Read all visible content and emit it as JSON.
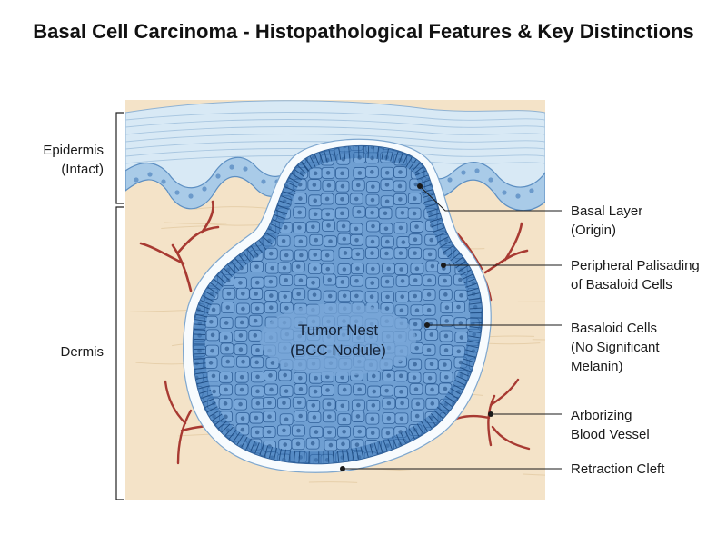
{
  "title": "Basal Cell Carcinoma - Histopathological Features & Key Distinctions",
  "layers": {
    "epidermis": [
      "Epidermis",
      "(Intact)"
    ],
    "dermis": [
      "Dermis"
    ]
  },
  "tumor": [
    "Tumor Nest",
    "(BCC Nodule)"
  ],
  "callouts": {
    "basal_layer": [
      "Basal Layer",
      "(Origin)"
    ],
    "palisading": [
      "Peripheral Palisading",
      "of Basaloid Cells"
    ],
    "basaloid": [
      "Basaloid Cells",
      "(No Significant",
      "Melanin)"
    ],
    "vessel": [
      "Arborizing",
      "Blood Vessel"
    ],
    "cleft": [
      "Retraction Cleft"
    ]
  },
  "colors": {
    "dermis": "#f4e3c8",
    "epidermis_top": "#d8e9f5",
    "epidermis_basal": "#a9cbe8",
    "tumor_core": "#6f9fd2",
    "tumor_edge": "#3f78b8",
    "cell_line": "#234f85",
    "cleft": "#f7fbfe",
    "vessel": "#a83a32"
  }
}
